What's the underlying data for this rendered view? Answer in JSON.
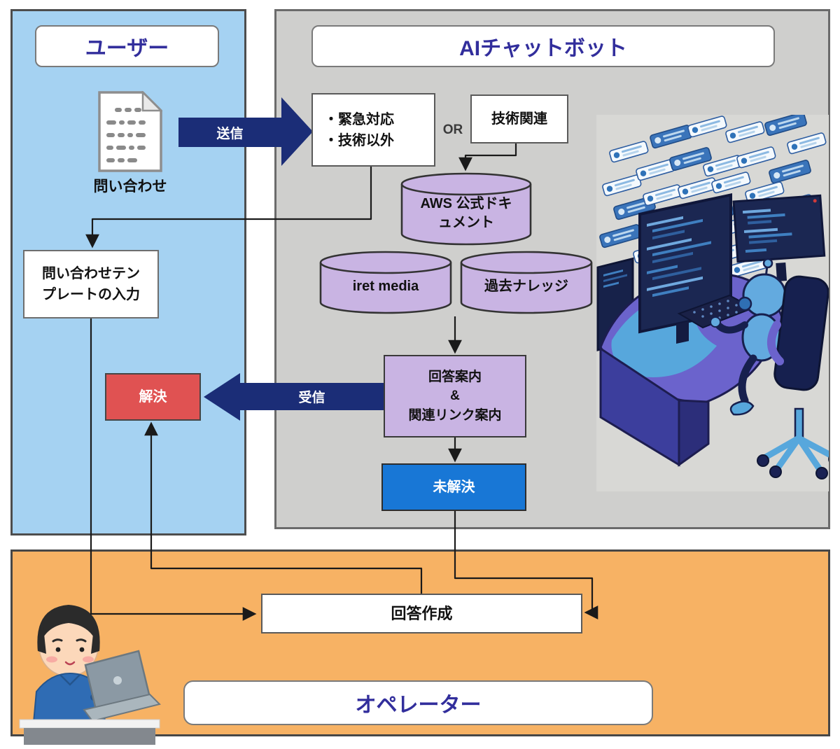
{
  "diagram": {
    "panels": {
      "user": {
        "title": "ユーザー"
      },
      "chatbot": {
        "title": "AIチャットボット"
      },
      "operator": {
        "title": "オペレーター"
      }
    },
    "labels": {
      "inquiry": "問い合わせ",
      "send": "送信",
      "receive": "受信",
      "or": "OR",
      "triage": "・緊急対応\n・技術以外",
      "tech_related": "技術関連",
      "aws_docs": "AWS 公式ドキ\nュメント",
      "iret_media": "iret media",
      "past_knowledge": "過去ナレッジ",
      "answer_guide": "回答案内\n&\n関連リンク案内",
      "resolved": "解決",
      "unresolved": "未解決",
      "template_input": "問い合わせテン\nプレートの入力",
      "answer_creation": "回答作成"
    },
    "colors": {
      "user_panel": "#a5d2f2",
      "chatbot_panel": "#cfcfcd",
      "operator_panel": "#f7b264",
      "arrow_navy": "#1b2d77",
      "resolved_red": "#e05252",
      "unresolved_blue": "#1877d6",
      "knowledge_purple": "#c9b4e3",
      "heading_text": "#322e9c",
      "connector_black": "#1a1a1a"
    }
  }
}
